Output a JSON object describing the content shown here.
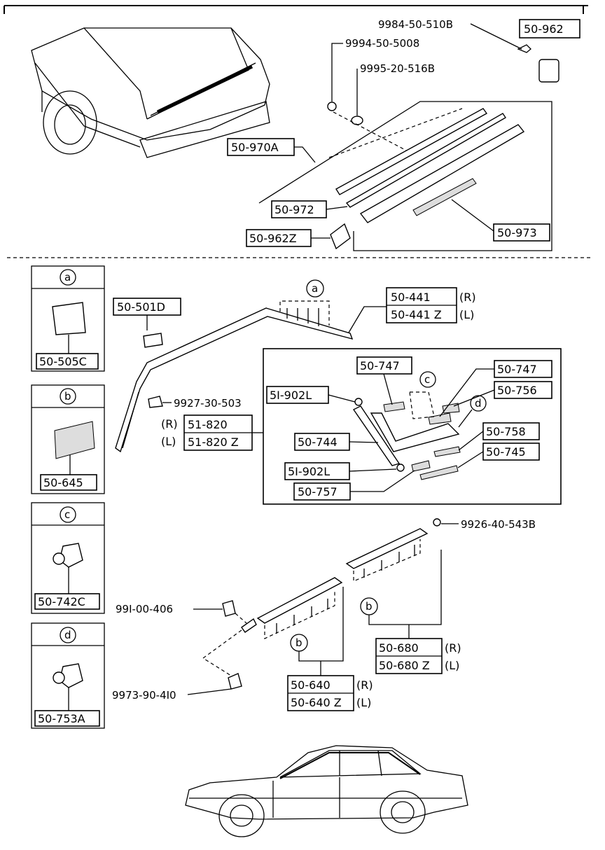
{
  "diagram": {
    "labels": {
      "p9984": "9984-50-510B",
      "p9994": "9994-50-5008",
      "p9995": "9995-20-516B",
      "p50962": "50-962",
      "p50970A": "50-970A",
      "p50972": "50-972",
      "p50973": "50-973",
      "p50962Z": "50-962Z",
      "p50501D": "50-501D",
      "p50441R": "50-441",
      "p50441L": "50-441 Z",
      "r": "(R)",
      "l": "(L)",
      "p9927": "9927-30-503",
      "p51820R": "51-820",
      "p51820L": "51-820 Z",
      "p51902L_a": "5I-902L",
      "p51902L_b": "5I-902L",
      "p50747a": "50-747",
      "p50747b": "50-747",
      "p50756": "50-756",
      "p50744": "50-744",
      "p50758": "50-758",
      "p50745": "50-745",
      "p50757": "50-757",
      "p9926": "9926-40-543B",
      "p9991": "99I-00-406",
      "p9973": "9973-90-4I0",
      "p50680R": "50-680",
      "p50680L": "50-680 Z",
      "p50640R": "50-640",
      "p50640L": "50-640 Z",
      "p50505C": "50-505C",
      "p50645": "50-645",
      "p50742C": "50-742C",
      "p50753A": "50-753A",
      "ca": "a",
      "cb": "b",
      "cc": "c",
      "cd": "d",
      "ca2": "a",
      "cb2": "b",
      "cb3": "b",
      "cc2": "c",
      "cd2": "d"
    }
  }
}
